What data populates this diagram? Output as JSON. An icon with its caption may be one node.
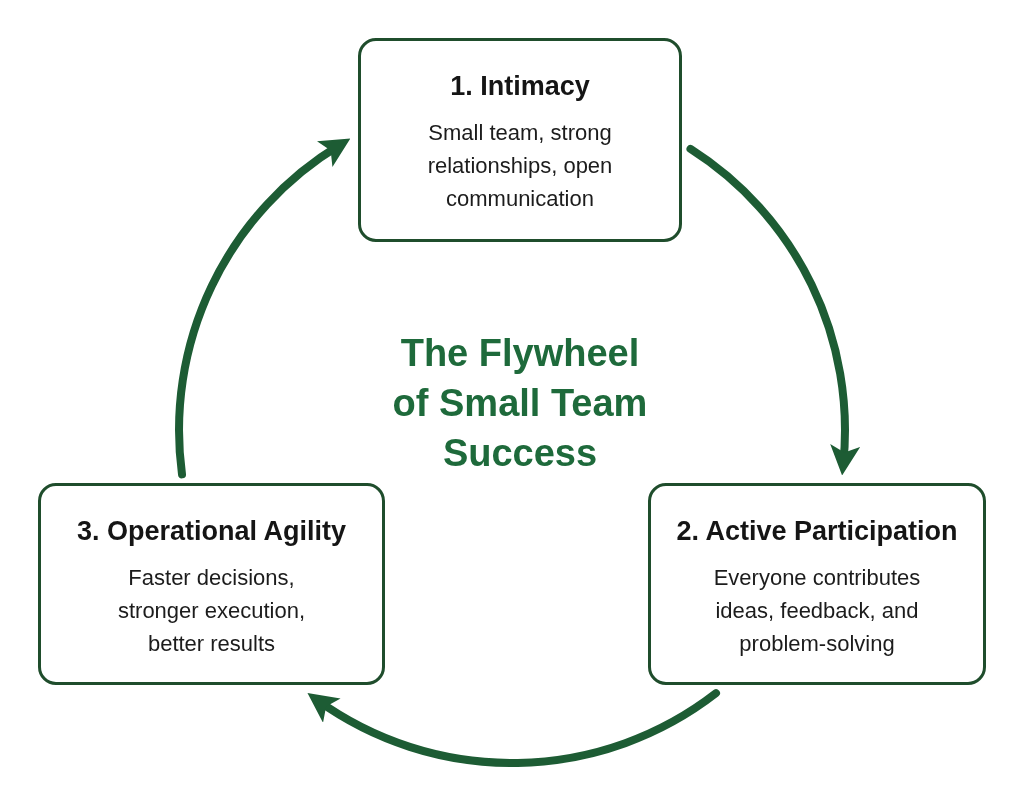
{
  "diagram": {
    "title": "The Flywheel of Small Team Success",
    "nodes": [
      {
        "text": [
          "1. Intimacy",
          "Small team, strong relationships, open communication"
        ]
      },
      {
        "text": [
          "2. Active Participation",
          "Everyone contributes ideas, feedback, and problem-solving"
        ]
      },
      {
        "text": [
          "3. Operational Agility",
          "Faster decisions, stronger execution, better results"
        ]
      }
    ],
    "edges": [
      {
        "from": 0,
        "to": 1,
        "arrow": "to"
      },
      {
        "from": 1,
        "to": 2,
        "arrow": "to"
      },
      {
        "from": 2,
        "to": 0,
        "arrow": "to"
      }
    ]
  }
}
